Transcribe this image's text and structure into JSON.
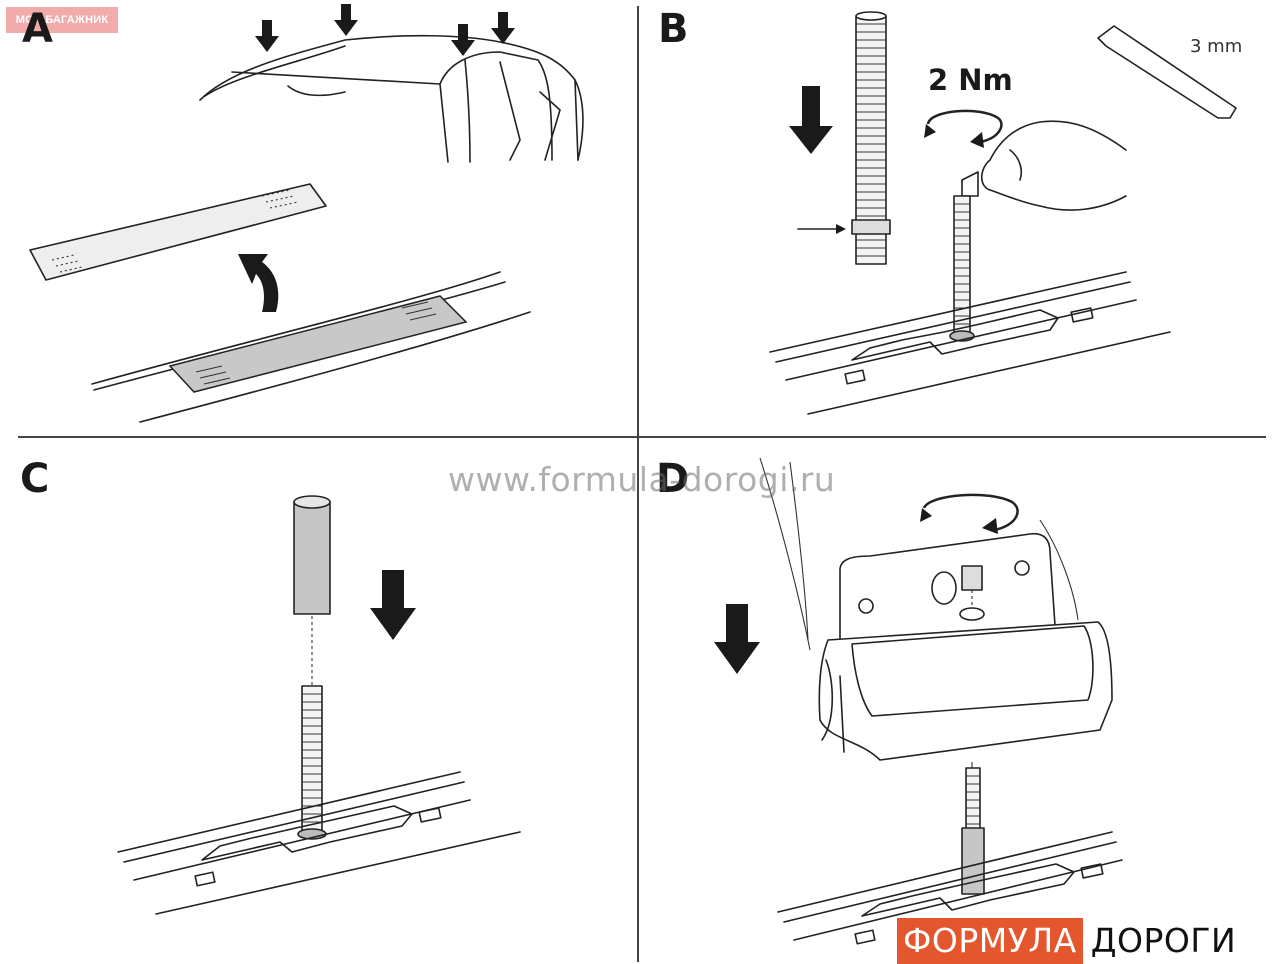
{
  "panels": {
    "a": {
      "letter": "A"
    },
    "b": {
      "letter": "B",
      "torque_label": "2 Nm",
      "key_size_label": "3 mm"
    },
    "c": {
      "letter": "C"
    },
    "d": {
      "letter": "D"
    }
  },
  "corner_badge": "МОЙ БАГАЖНИК",
  "watermark": "www.formula-dorogi.ru",
  "logo": {
    "left_text": "ФОРМУЛА",
    "right_text": "ДОРОГИ",
    "accent_color": "#e4572e"
  }
}
